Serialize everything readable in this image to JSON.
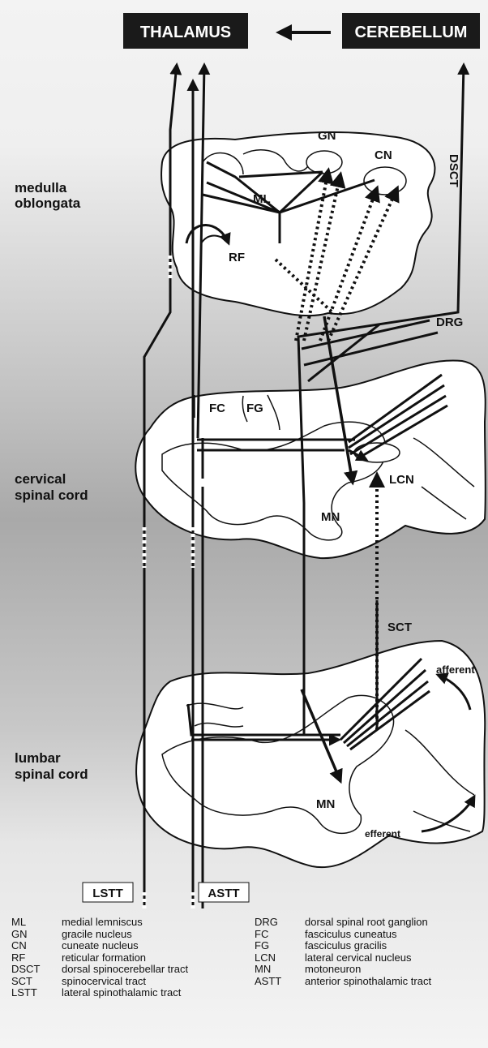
{
  "boxes": {
    "thalamus": "THALAMUS",
    "cerebellum": "CEREBELLUM"
  },
  "regions": {
    "medulla": [
      "medulla",
      "oblongata"
    ],
    "cervical": [
      "cervical",
      "spinal cord"
    ],
    "lumbar": [
      "lumbar",
      "spinal cord"
    ]
  },
  "labels": {
    "gn": "GN",
    "cn": "CN",
    "ml": "ML",
    "rf": "RF",
    "dsct": "DSCT",
    "drg": "DRG",
    "fc": "FC",
    "fg": "FG",
    "lcn": "LCN",
    "mn_cervical": "MN",
    "sct": "SCT",
    "afferent": "afferent",
    "mn_lumbar": "MN",
    "efferent": "efferent",
    "lstt": "LSTT",
    "astt": "ASTT"
  },
  "legend": {
    "left": [
      {
        "abbr": "ML",
        "text": "medial lemniscus"
      },
      {
        "abbr": "GN",
        "text": "gracile nucleus"
      },
      {
        "abbr": "CN",
        "text": "cuneate nucleus"
      },
      {
        "abbr": "RF",
        "text": "reticular formation"
      },
      {
        "abbr": "DSCT",
        "text": "dorsal spinocerebellar tract"
      },
      {
        "abbr": "SCT",
        "text": "spinocervical tract"
      },
      {
        "abbr": "LSTT",
        "text": "lateral spinothalamic tract"
      }
    ],
    "right": [
      {
        "abbr": "DRG",
        "text": "dorsal spinal root ganglion"
      },
      {
        "abbr": "FC",
        "text": "fasciculus cuneatus"
      },
      {
        "abbr": "FG",
        "text": "fasciculus gracilis"
      },
      {
        "abbr": "LCN",
        "text": "lateral cervical nucleus"
      },
      {
        "abbr": "MN",
        "text": "motoneuron"
      },
      {
        "abbr": "ASTT",
        "text": "anterior spinothalamic tract"
      }
    ]
  }
}
